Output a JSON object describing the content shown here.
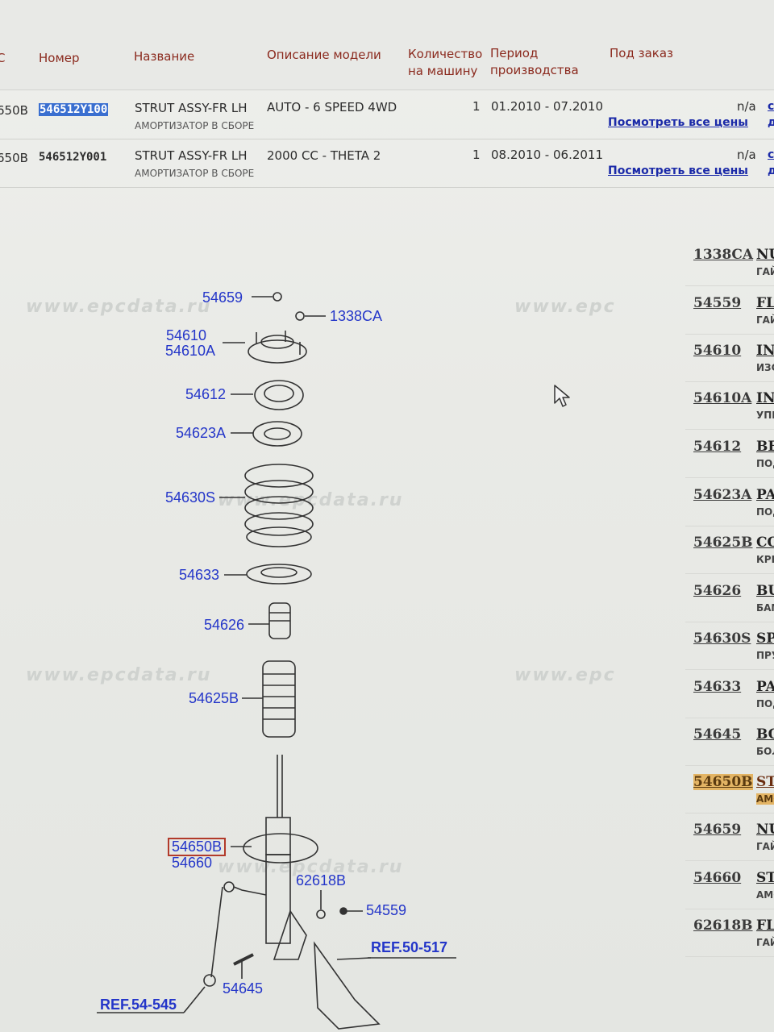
{
  "table": {
    "headers": {
      "c": "C",
      "number": "Номер",
      "name": "Название",
      "model": "Описание модели",
      "qty": "Количество на машину",
      "qty_l1": "Количество",
      "qty_l2": "на машину",
      "period_l1": "Период",
      "period_l2": "производства",
      "order": "Под заказ"
    },
    "rows": [
      {
        "code": "650B",
        "number": "546512Y100",
        "name": "STRUT ASSY-FR LH",
        "name_ru": "АМОРТИЗАТОР В СБОРЕ",
        "model": "AUTO - 6 SPEED 4WD",
        "qty": "1",
        "period": "01.2010 - 07.2010",
        "availability": "n/a",
        "link": "Посмотреть все цены",
        "edge": "с",
        "edge2": "д"
      },
      {
        "code": "650B",
        "number": "546512Y001",
        "name": "STRUT ASSY-FR LH",
        "name_ru": "АМОРТИЗАТОР В СБОРЕ",
        "model": "2000 CC - THETA 2",
        "qty": "1",
        "period": "08.2010 - 06.2011",
        "availability": "n/a",
        "link": "Посмотреть все цены",
        "edge": "с",
        "edge2": "д"
      }
    ]
  },
  "diagram": {
    "watermark_full": "www.epcdata.ru",
    "watermark_short": "www.epc",
    "labels": {
      "p54659": "54659",
      "p1338CA": "1338CA",
      "p54610": "54610",
      "p54610A": "54610A",
      "p54612": "54612",
      "p54623A": "54623A",
      "p54630S": "54630S",
      "p54633": "54633",
      "p54626": "54626",
      "p54625B": "54625B",
      "p54650B": "54650B",
      "p54660": "54660",
      "p62618B": "62618B",
      "p54559": "54559",
      "p54645": "54645",
      "ref50": "REF.50-517",
      "ref54": "REF.54-545"
    }
  },
  "parts_list": [
    {
      "num": "1338CA",
      "name": "NU",
      "sub": "ГАЙ"
    },
    {
      "num": "54559",
      "name": "FL",
      "sub": "ГАЙ"
    },
    {
      "num": "54610",
      "name": "IN",
      "sub": "ИЗС"
    },
    {
      "num": "54610A",
      "name": "IN",
      "sub": "УПІ"
    },
    {
      "num": "54612",
      "name": "BE",
      "sub": "ПОД"
    },
    {
      "num": "54623A",
      "name": "PA",
      "sub": "ПОД"
    },
    {
      "num": "54625B",
      "name": "CO",
      "sub": "КРЬ"
    },
    {
      "num": "54626",
      "name": "BU",
      "sub": "БАМ"
    },
    {
      "num": "54630S",
      "name": "SP",
      "sub": "ПРУ"
    },
    {
      "num": "54633",
      "name": "PA",
      "sub": "ПОД"
    },
    {
      "num": "54645",
      "name": "BO",
      "sub": "БОЛ"
    },
    {
      "num": "54650B",
      "name": "ST",
      "sub": "АМС"
    },
    {
      "num": "54659",
      "name": "NU",
      "sub": "ГАЙ"
    },
    {
      "num": "54660",
      "name": "ST",
      "sub": "АМС"
    },
    {
      "num": "62618B",
      "name": "FL",
      "sub": "ГАЙ"
    }
  ],
  "colors": {
    "header_text": "#8b2a1e",
    "callout": "#2436c9",
    "link": "#1b2aa8",
    "highlight": "#e3b464",
    "selection": "#3a6fd0"
  }
}
